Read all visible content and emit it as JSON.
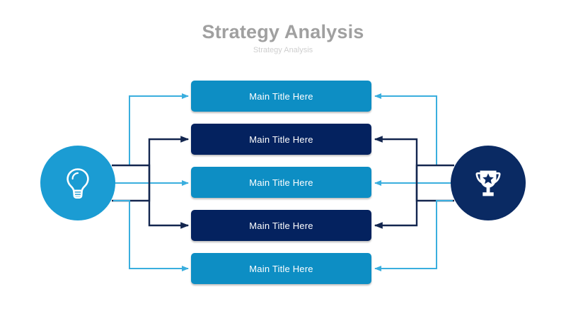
{
  "slide": {
    "title": "Strategy Analysis",
    "subtitle": "Strategy Analysis",
    "background": "#ffffff"
  },
  "colors": {
    "title_gray": "#a0a0a0",
    "subtitle_gray": "#cfcfcf",
    "blue": "#0d8ec4",
    "navy": "#04225f",
    "circle_blue": "#1b9cd3",
    "circle_navy": "#0a2a63",
    "connector_blue": "#3aaede",
    "connector_navy": "#13264f",
    "bar_text": "#ffffff"
  },
  "icons": {
    "left": {
      "name": "lightbulb-icon",
      "style": "outline",
      "color": "#ffffff",
      "container": "circle-blue"
    },
    "right": {
      "name": "trophy-icon",
      "style": "filled",
      "color": "#ffffff",
      "container": "circle-navy"
    }
  },
  "bars": [
    {
      "label": "Main Title Here",
      "color": "blue",
      "index": 1
    },
    {
      "label": "Main Title Here",
      "color": "navy",
      "index": 2
    },
    {
      "label": "Main Title Here",
      "color": "blue",
      "index": 3
    },
    {
      "label": "Main Title Here",
      "color": "navy",
      "index": 4
    },
    {
      "label": "Main Title Here",
      "color": "blue",
      "index": 5
    }
  ],
  "connectors": {
    "count": 10,
    "left_source": "lightbulb-circle",
    "right_source": "trophy-circle",
    "arrow_direction_left": "to-bar",
    "arrow_direction_right": "to-bar"
  }
}
